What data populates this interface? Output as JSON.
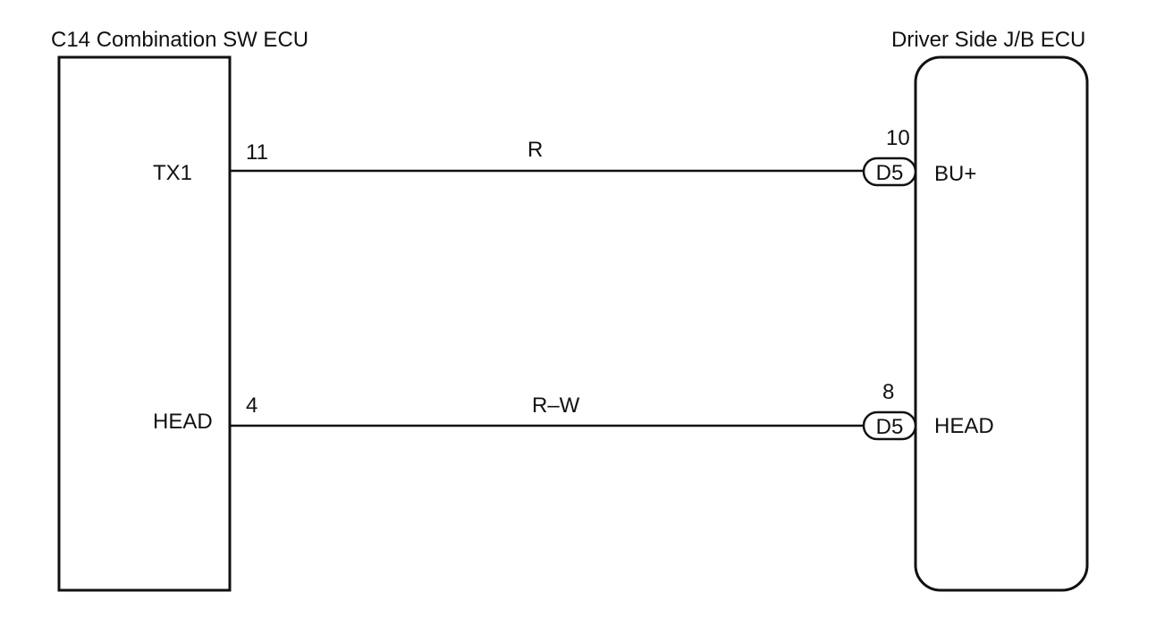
{
  "left_component": {
    "title": "C14 Combination SW ECU",
    "pins": [
      {
        "name": "TX1",
        "number": "11"
      },
      {
        "name": "HEAD",
        "number": "4"
      }
    ]
  },
  "right_component": {
    "title": "Driver Side J/B ECU",
    "pins": [
      {
        "name": "BU+",
        "number": "10",
        "connector": "D5"
      },
      {
        "name": "HEAD",
        "number": "8",
        "connector": "D5"
      }
    ]
  },
  "wires": [
    {
      "color_code": "R"
    },
    {
      "color_code": "R–W"
    }
  ]
}
